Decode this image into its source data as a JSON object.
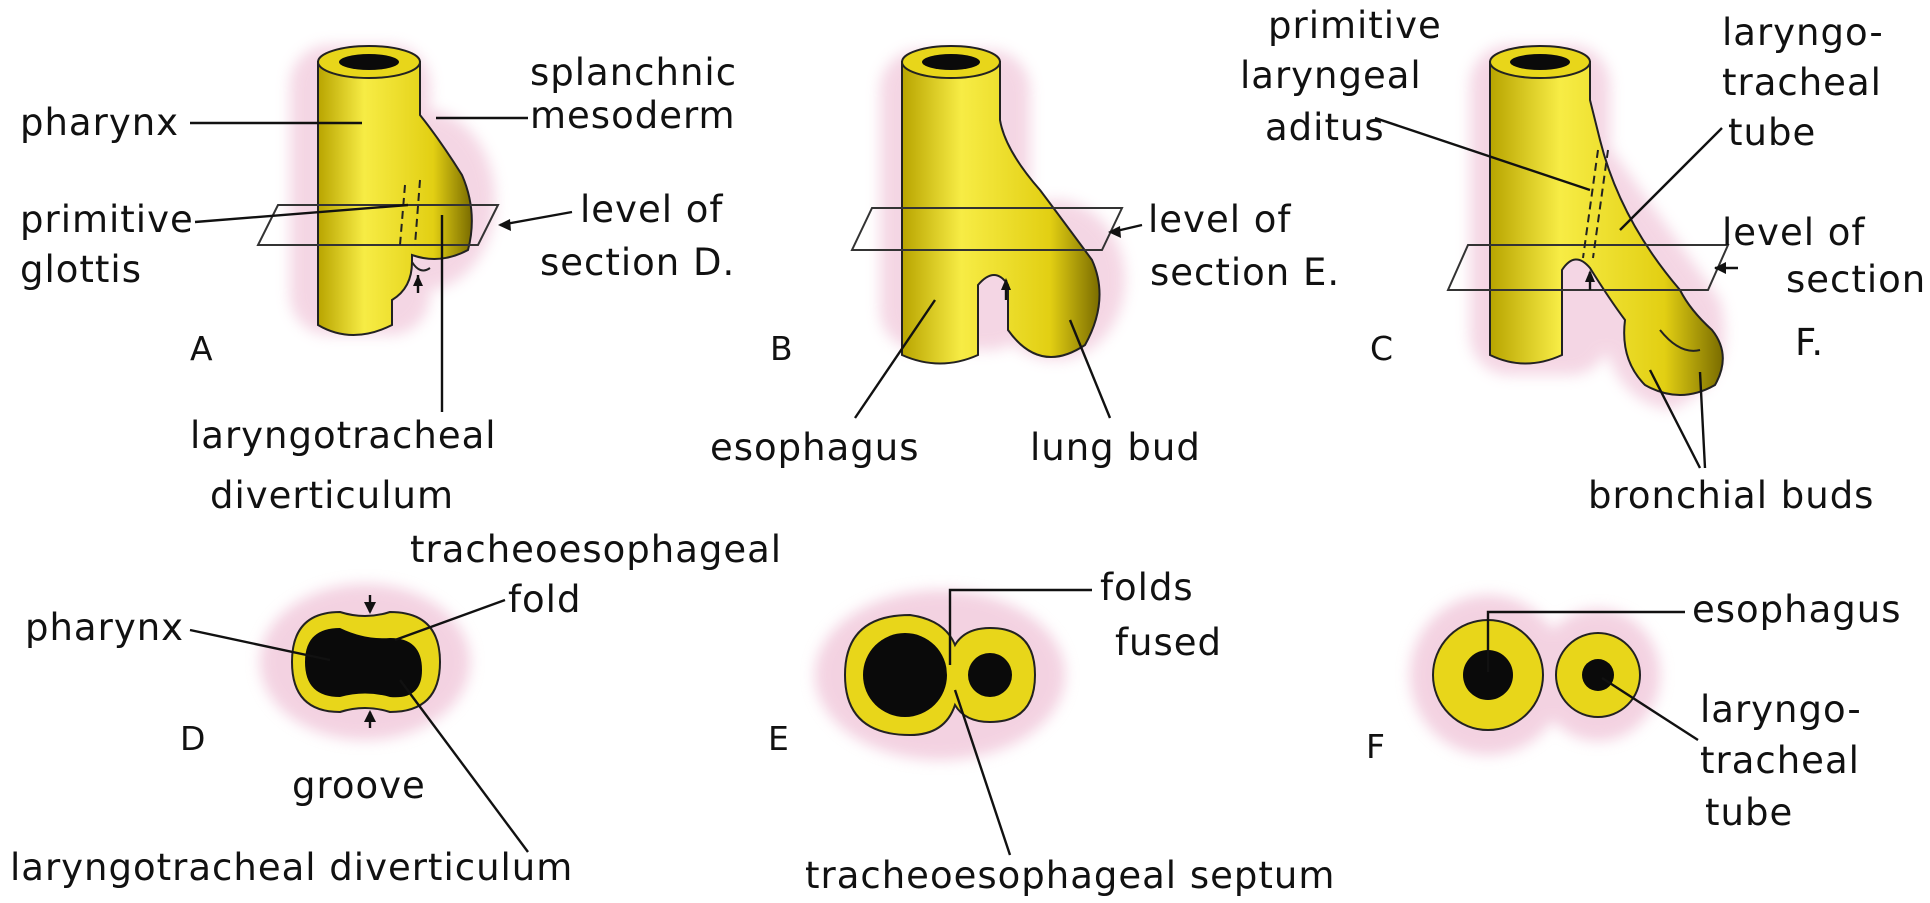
{
  "panels": {
    "A": {
      "letter": "A",
      "labels": {
        "pharynx": "pharynx",
        "splanchnic_1": "splanchnic",
        "splanchnic_2": "mesoderm",
        "glottis_1": "primitive",
        "glottis_2": "glottis",
        "level_1": "level of",
        "level_2": "section D.",
        "diverticulum_1": "laryngotracheal",
        "diverticulum_2": "diverticulum"
      }
    },
    "B": {
      "letter": "B",
      "labels": {
        "level_1": "level of",
        "level_2": "section E.",
        "esophagus": "esophagus",
        "lung_bud": "lung bud"
      }
    },
    "C": {
      "letter": "C",
      "labels": {
        "aditus_1": "primitive",
        "aditus_2": "laryngeal",
        "aditus_3": "aditus",
        "tube_1": "laryngo-",
        "tube_2": "tracheal",
        "tube_3": "tube",
        "level_1": "level of",
        "level_2": "section",
        "level_3": "F.",
        "bronchial": "bronchial buds"
      }
    },
    "D": {
      "letter": "D",
      "labels": {
        "fold_1": "tracheoesophageal",
        "fold_2": "fold",
        "pharynx": "pharynx",
        "groove": "groove",
        "diverticulum": "laryngotracheal  diverticulum"
      }
    },
    "E": {
      "letter": "E",
      "labels": {
        "folds_1": "folds",
        "folds_2": "fused",
        "septum": "tracheoesophageal  septum"
      }
    },
    "F": {
      "letter": "F",
      "labels": {
        "esophagus": "esophagus",
        "tube_1": "laryngo-",
        "tube_2": "tracheal",
        "tube_3": "tube"
      }
    }
  },
  "colors": {
    "tissue_yellow": "#f2e21a",
    "tissue_shadow": "#6b5d00",
    "lumen": "#0a0a0a",
    "mesoderm_pink": "#e8a6c4",
    "ink": "#111111"
  }
}
